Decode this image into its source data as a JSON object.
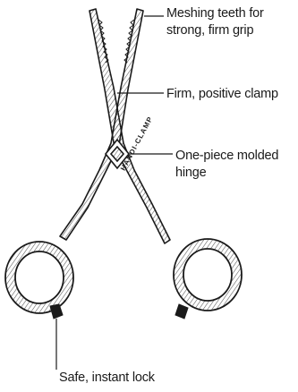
{
  "callouts": {
    "teeth": {
      "line1": "Meshing teeth for",
      "line2": "strong, firm grip"
    },
    "clamp": "Firm, positive clamp",
    "hinge": {
      "line1": "One-piece molded",
      "line2": "hinge"
    },
    "lock": "Safe, instant lock"
  },
  "brand_text": "HANDI-CLAMP",
  "colors": {
    "ink": "#1a1a1a",
    "background": "#ffffff",
    "hatch": "#555555"
  }
}
